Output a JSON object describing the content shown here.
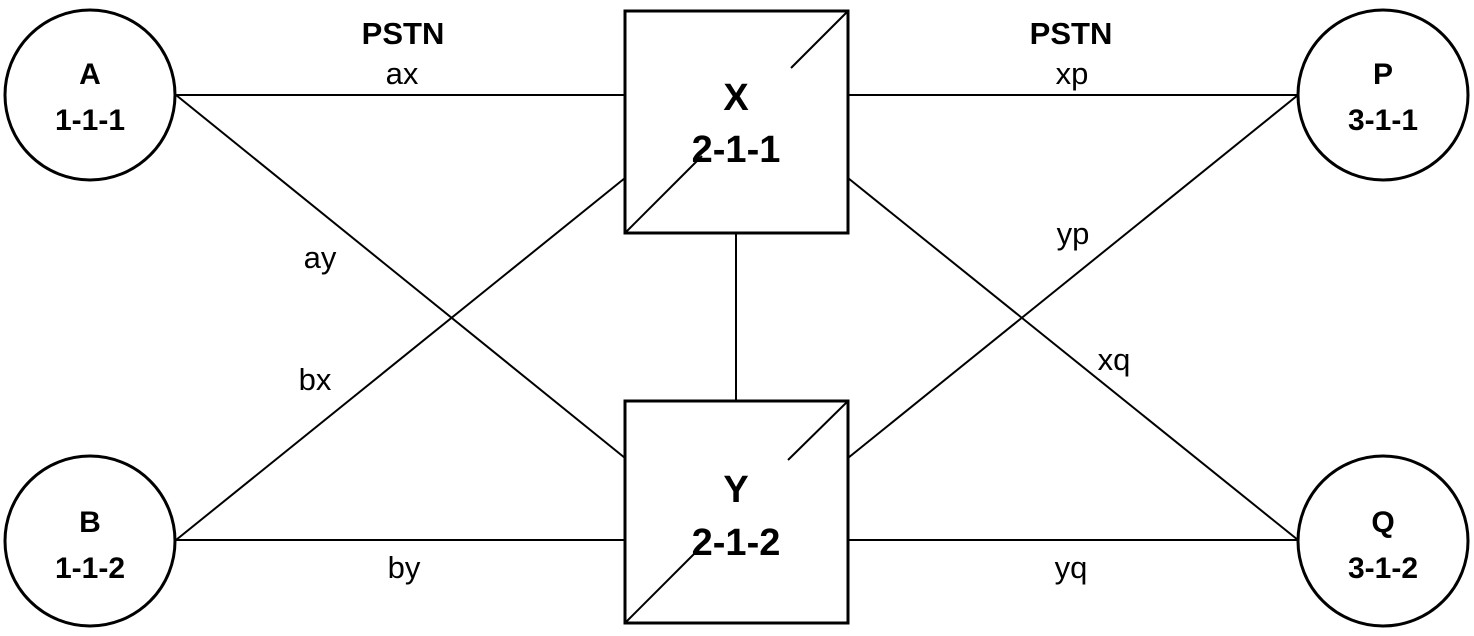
{
  "network_labels": {
    "left": "PSTN",
    "right": "PSTN"
  },
  "endpoints": {
    "a": {
      "name": "A",
      "address": "1-1-1"
    },
    "b": {
      "name": "B",
      "address": "1-1-2"
    },
    "p": {
      "name": "P",
      "address": "3-1-1"
    },
    "q": {
      "name": "Q",
      "address": "3-1-2"
    }
  },
  "switches": {
    "x": {
      "name": "X",
      "address": "2-1-1"
    },
    "y": {
      "name": "Y",
      "address": "2-1-2"
    }
  },
  "links": {
    "ax": "ax",
    "ay": "ay",
    "bx": "bx",
    "by": "by",
    "xp": "xp",
    "yp": "yp",
    "xq": "xq",
    "yq": "yq"
  }
}
